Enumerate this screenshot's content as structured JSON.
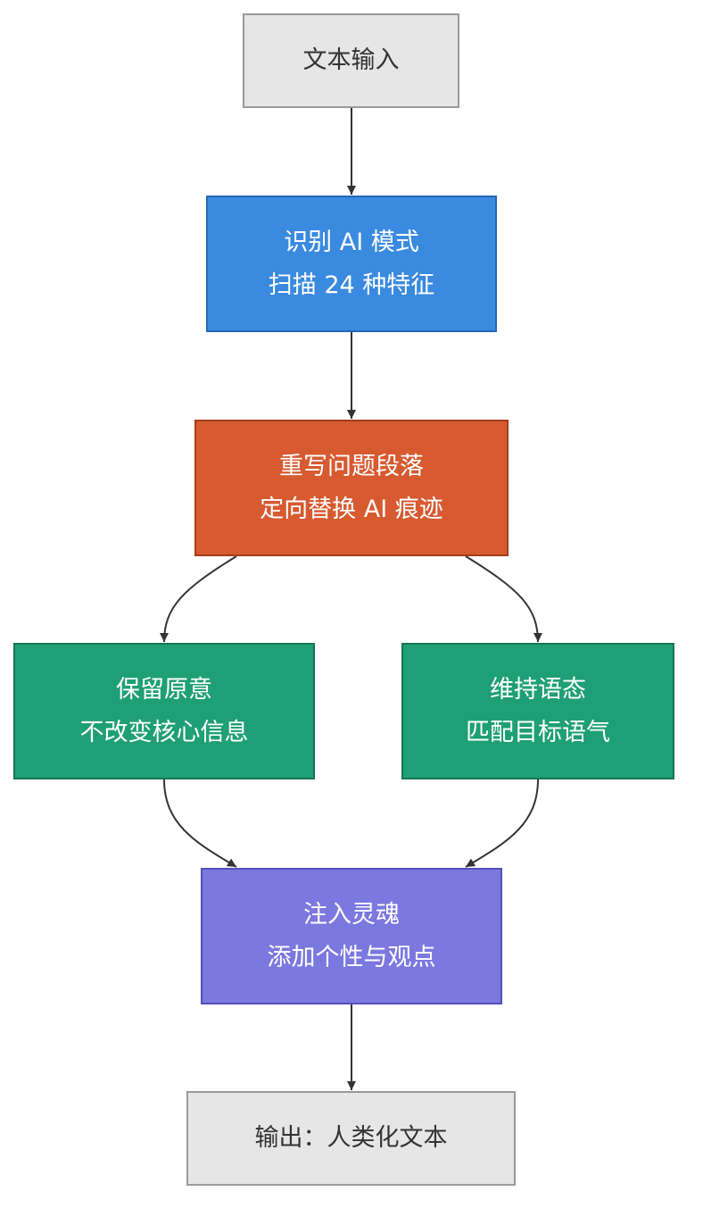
{
  "colors": {
    "edge": "#333333",
    "gray_fill": "#e6e6e6",
    "gray_border": "#9a9a9a",
    "gray_text": "#333333",
    "blue_fill": "#3a8ae0",
    "blue_border": "#2468b8",
    "orange_fill": "#d75a30",
    "orange_border": "#a53d1c",
    "green_fill": "#1f9f75",
    "green_border": "#167556",
    "purple_fill": "#7b78df",
    "purple_border": "#5550bb",
    "white_text": "#ffffff"
  },
  "nodes": {
    "input": {
      "line1": "文本输入"
    },
    "detect": {
      "line1": "识别 AI 模式",
      "line2": "扫描 24 种特征"
    },
    "rewrite": {
      "line1": "重写问题段落",
      "line2": "定向替换 AI 痕迹"
    },
    "preserve": {
      "line1": "保留原意",
      "line2": "不改变核心信息"
    },
    "voice": {
      "line1": "维持语态",
      "line2": "匹配目标语气"
    },
    "soul": {
      "line1": "注入灵魂",
      "line2": "添加个性与观点"
    },
    "output": {
      "line1": "输出：人类化文本"
    }
  },
  "edges": [
    {
      "from": "input",
      "to": "detect"
    },
    {
      "from": "detect",
      "to": "rewrite"
    },
    {
      "from": "rewrite",
      "to": "preserve"
    },
    {
      "from": "rewrite",
      "to": "voice"
    },
    {
      "from": "preserve",
      "to": "soul"
    },
    {
      "from": "voice",
      "to": "soul"
    },
    {
      "from": "soul",
      "to": "output"
    }
  ]
}
